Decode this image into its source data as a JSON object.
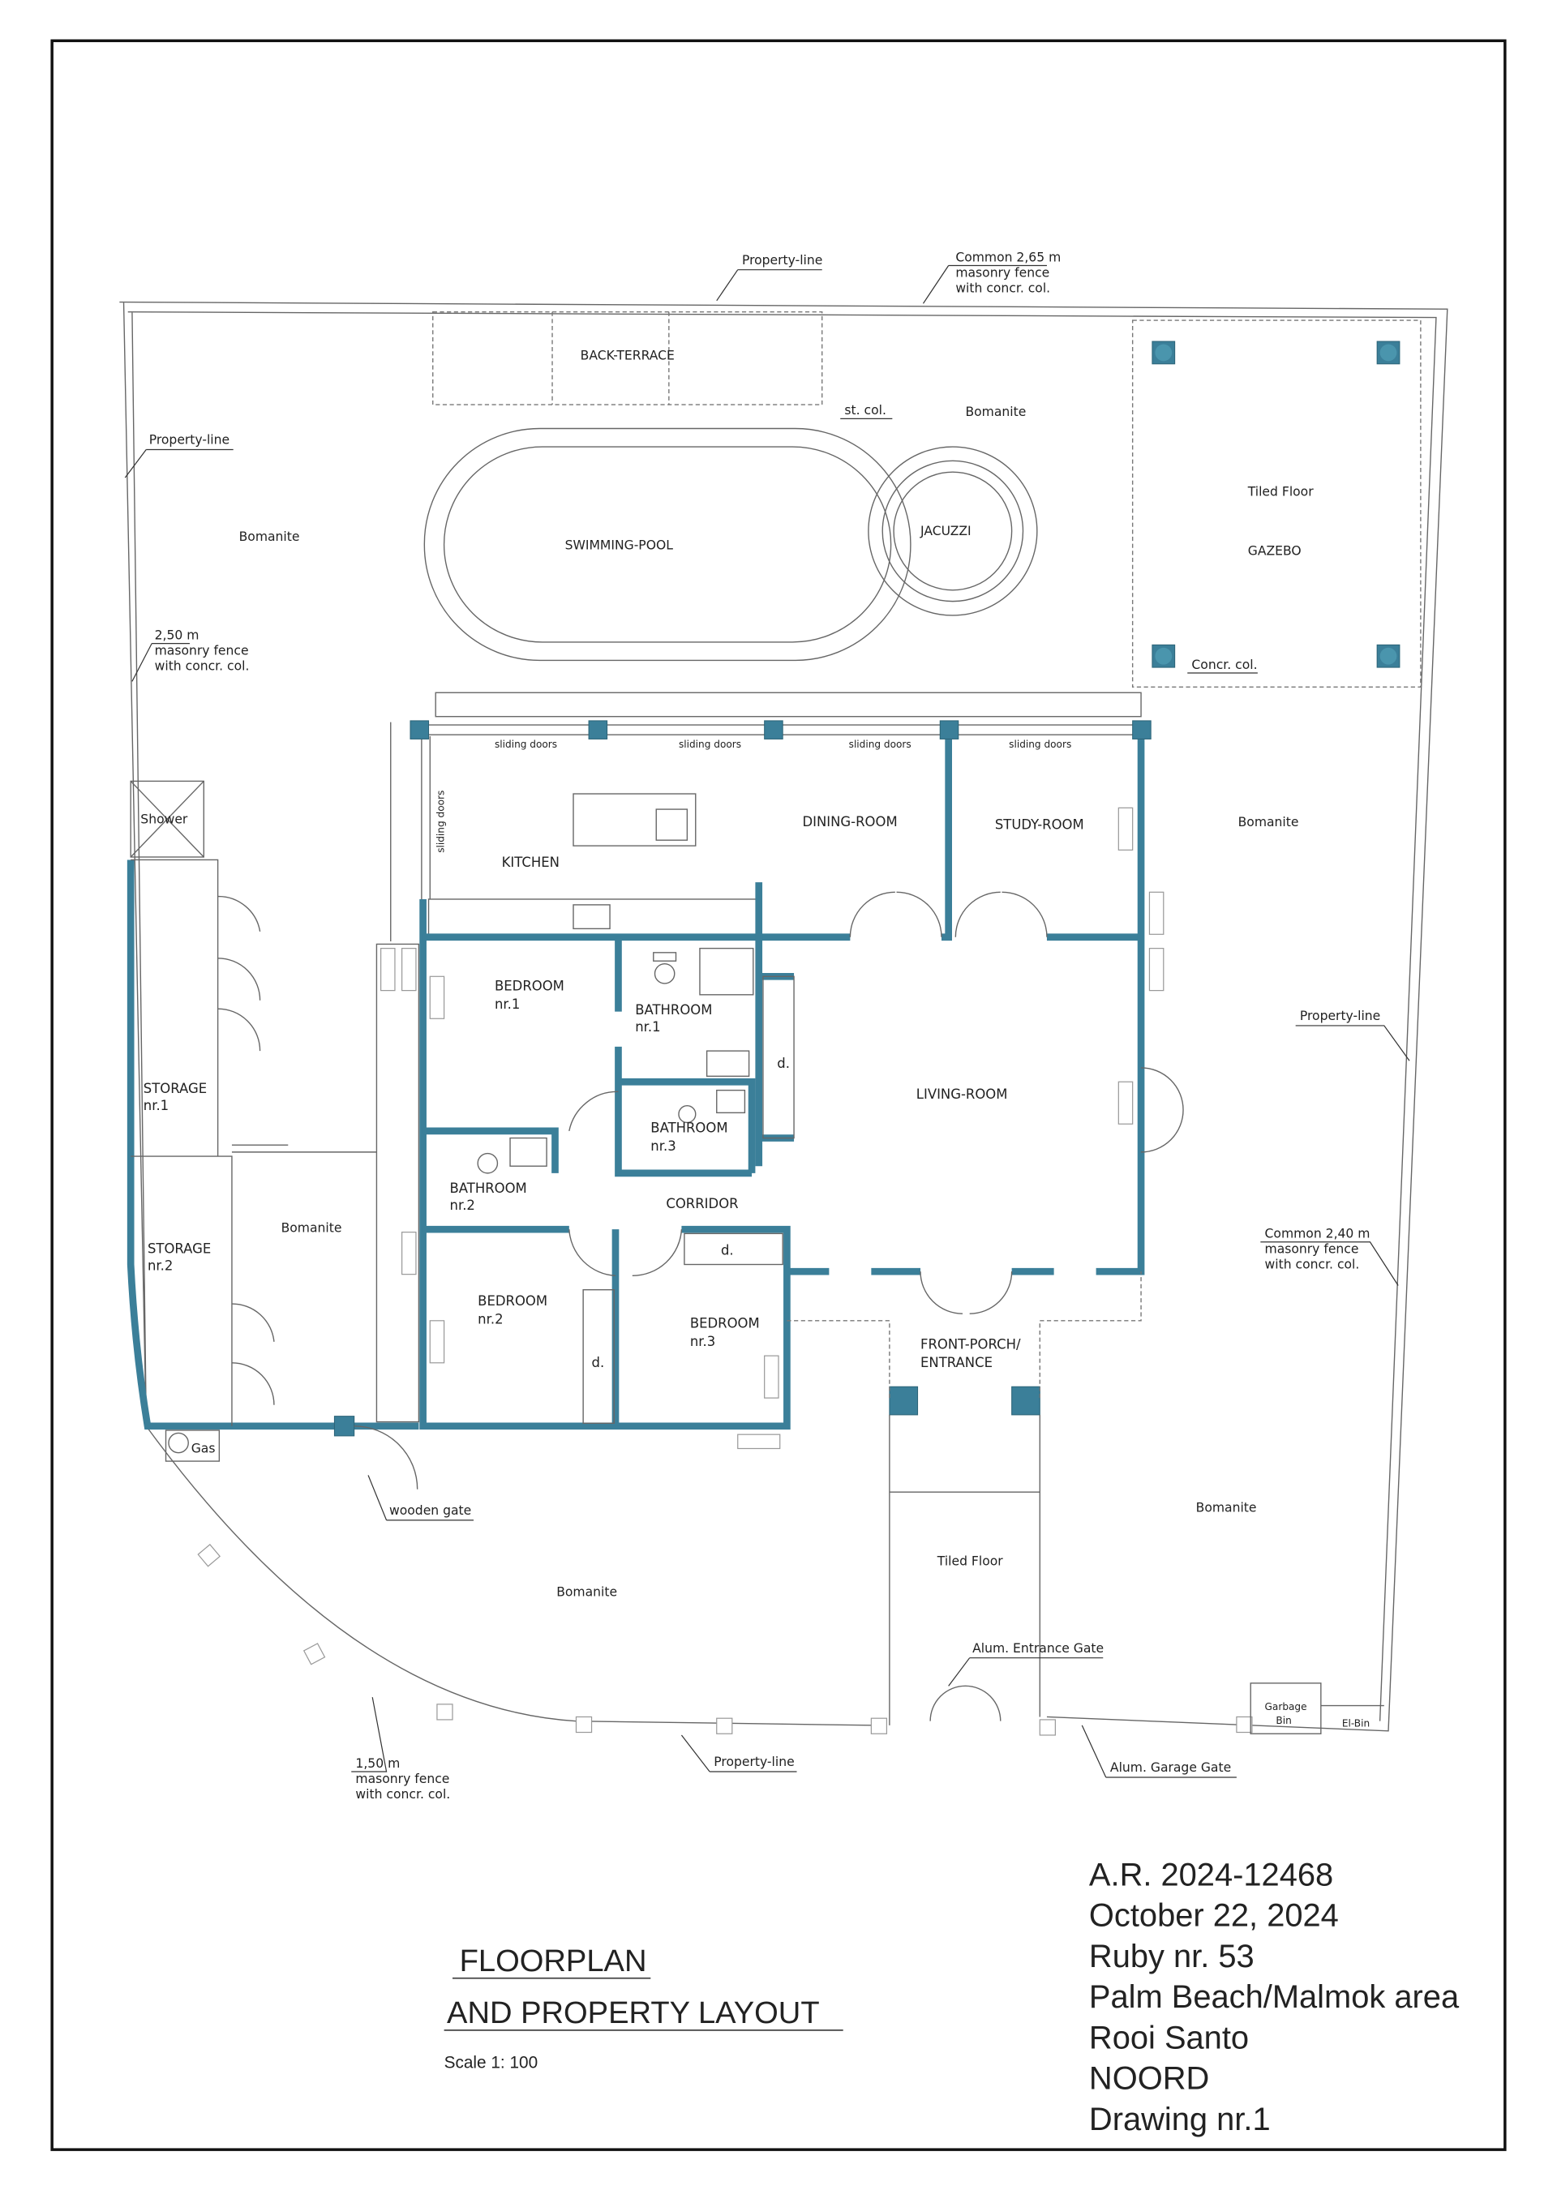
{
  "colors": {
    "wall": "#3b7f99",
    "line": "#666666",
    "text": "#222222"
  },
  "site": {
    "property_line_top": "Property-line",
    "property_line_left": "Property-line",
    "property_line_right": "Property-line",
    "property_line_bottom": "Property-line",
    "fence_top": [
      "Common 2,65 m",
      "masonry fence",
      "with concr. col."
    ],
    "fence_left": [
      "2,50 m",
      "masonry fence",
      "with concr. col."
    ],
    "fence_right": [
      "Common 2,40 m",
      "masonry fence",
      "with concr. col."
    ],
    "fence_bottom": [
      "1,50 m",
      "masonry fence",
      "with concr. col."
    ],
    "back_terrace": "BACK-TERRACE",
    "steel_col": "st. col.",
    "swimming_pool": "SWIMMING-POOL",
    "jacuzzi": "JACUZZI",
    "gazebo": "GAZEBO",
    "gazebo_floor": "Tiled Floor",
    "concrete_col": "Concr. col.",
    "bomanite": "Bomanite",
    "entrance_floor": "Tiled Floor",
    "shower": "Shower",
    "gas": "Gas",
    "wooden_gate": "wooden gate",
    "entrance_gate": "Alum. Entrance Gate",
    "garage_gate": "Alum. Garage Gate",
    "garbage_bin": [
      "Garbage",
      "Bin"
    ],
    "el_bin": "El-Bin"
  },
  "rooms": {
    "sliding_doors": "sliding doors",
    "kitchen": "KITCHEN",
    "dining": "DINING-ROOM",
    "study": "STUDY-ROOM",
    "bedroom1": [
      "BEDROOM",
      "nr.1"
    ],
    "bathroom1": [
      "BATHROOM",
      "nr.1"
    ],
    "bathroom2": [
      "BATHROOM",
      "nr.2"
    ],
    "bathroom3": [
      "BATHROOM",
      "nr.3"
    ],
    "bedroom2": [
      "BEDROOM",
      "nr.2"
    ],
    "bedroom3": [
      "BEDROOM",
      "nr.3"
    ],
    "living": "LIVING-ROOM",
    "corridor": "CORRIDOR",
    "closet": "d.",
    "porch": [
      "FRONT-PORCH/",
      "ENTRANCE"
    ],
    "storage1": [
      "STORAGE",
      "nr.1"
    ],
    "storage2": [
      "STORAGE",
      "nr.2"
    ]
  },
  "title_block": {
    "title1": "FLOORPLAN",
    "title2": "AND PROPERTY LAYOUT",
    "scale": "Scale 1: 100",
    "info": [
      "A.R. 2024-12468",
      "October 22, 2024",
      "Ruby nr. 53",
      "Palm Beach/Malmok area",
      "Rooi Santo",
      "NOORD",
      "Drawing nr.1"
    ]
  }
}
